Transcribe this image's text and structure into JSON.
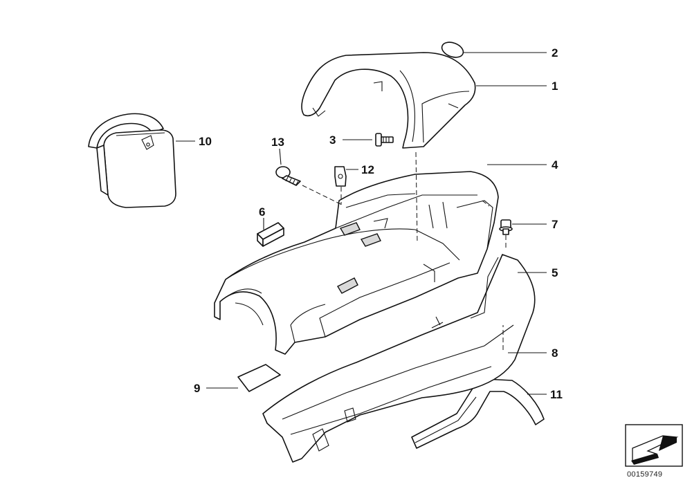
{
  "diagram": {
    "callouts": [
      {
        "id": "2",
        "text": "2"
      },
      {
        "id": "1",
        "text": "1"
      },
      {
        "id": "3",
        "text": "3"
      },
      {
        "id": "4",
        "text": "4"
      },
      {
        "id": "13",
        "text": "13"
      },
      {
        "id": "12",
        "text": "12"
      },
      {
        "id": "10",
        "text": "10"
      },
      {
        "id": "6",
        "text": "6"
      },
      {
        "id": "7",
        "text": "7"
      },
      {
        "id": "5",
        "text": "5"
      },
      {
        "id": "8",
        "text": "8"
      },
      {
        "id": "9",
        "text": "9"
      },
      {
        "id": "11",
        "text": "11"
      }
    ],
    "diagram_number": "00159749",
    "nav_icon": "arrow-icon"
  }
}
